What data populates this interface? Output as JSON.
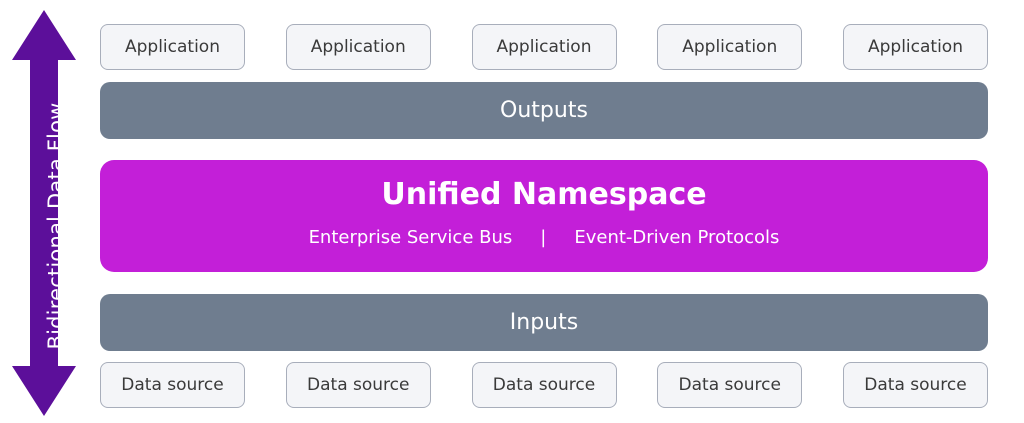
{
  "flow_arrow": {
    "label": "Bidirectional Data Flow",
    "color": "#5c0f9a"
  },
  "applications": [
    {
      "label": "Application"
    },
    {
      "label": "Application"
    },
    {
      "label": "Application"
    },
    {
      "label": "Application"
    },
    {
      "label": "Application"
    }
  ],
  "outputs": {
    "label": "Outputs",
    "color": "#6f7d8f"
  },
  "unified_namespace": {
    "title": "Unified Namespace",
    "left_subtitle": "Enterprise Service Bus",
    "separator": "|",
    "right_subtitle": "Event-Driven Protocols",
    "color": "#c31fd8"
  },
  "inputs": {
    "label": "Inputs",
    "color": "#6f7d8f"
  },
  "data_sources": [
    {
      "label": "Data source"
    },
    {
      "label": "Data source"
    },
    {
      "label": "Data source"
    },
    {
      "label": "Data source"
    },
    {
      "label": "Data source"
    }
  ]
}
